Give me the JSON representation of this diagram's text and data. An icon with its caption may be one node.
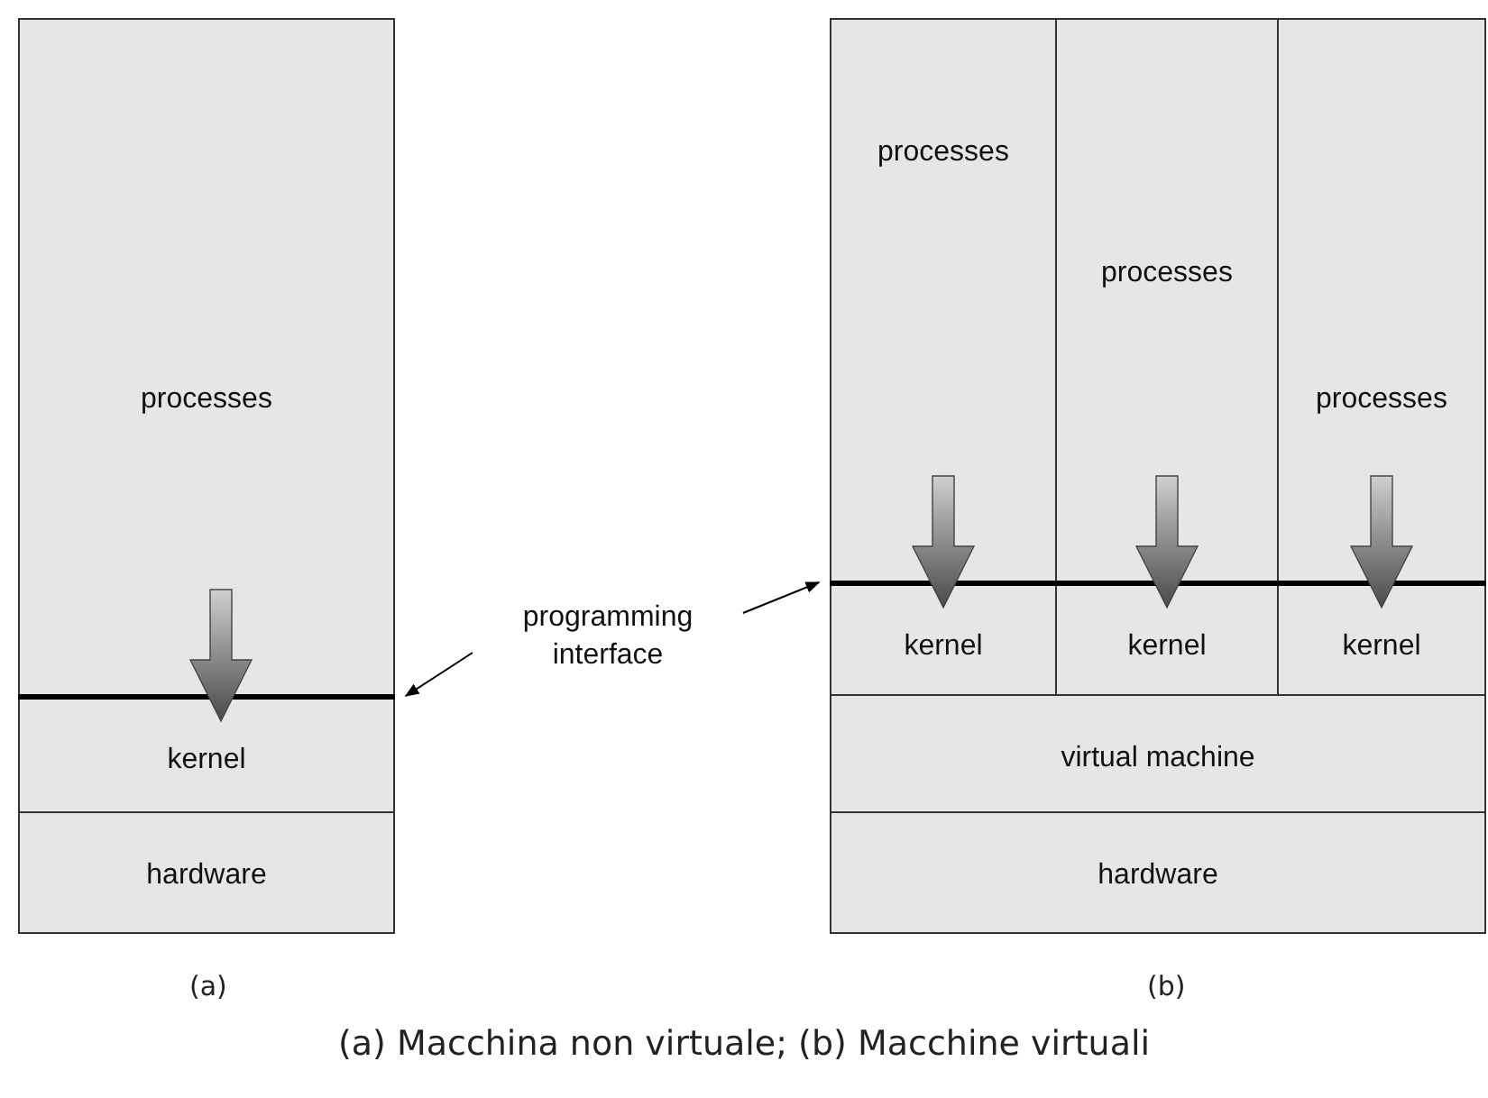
{
  "diagram": {
    "caption": "(a) Macchina non virtuale; (b) Macchine virtuali",
    "nodes": [
      {
        "text": [
          "processes"
        ]
      },
      {
        "text": [
          "kernel"
        ]
      },
      {
        "text": [
          "hardware"
        ]
      },
      {
        "text": [
          "programming interface"
        ]
      },
      {
        "text": [
          "processes"
        ]
      },
      {
        "text": [
          "processes"
        ]
      },
      {
        "text": [
          "processes"
        ]
      },
      {
        "text": [
          "kernel"
        ]
      },
      {
        "text": [
          "kernel"
        ]
      },
      {
        "text": [
          "kernel"
        ]
      },
      {
        "text": [
          "virtual machine"
        ]
      },
      {
        "text": [
          "hardware"
        ]
      },
      {
        "text": [],
        "shape": "bar"
      },
      {
        "text": [],
        "shape": "bar"
      }
    ],
    "edges": [
      {
        "from": 0,
        "to": 1,
        "arrow": "to",
        "style": "thick"
      },
      {
        "from": 3,
        "to": 12,
        "arrow": "to"
      },
      {
        "from": 3,
        "to": 13,
        "arrow": "to"
      },
      {
        "from": 4,
        "to": 7,
        "arrow": "to",
        "style": "thick"
      },
      {
        "from": 5,
        "to": 8,
        "arrow": "to",
        "style": "thick"
      },
      {
        "from": 6,
        "to": 9,
        "arrow": "to",
        "style": "thick"
      }
    ],
    "labels": [
      "(a)",
      "(b)"
    ]
  }
}
